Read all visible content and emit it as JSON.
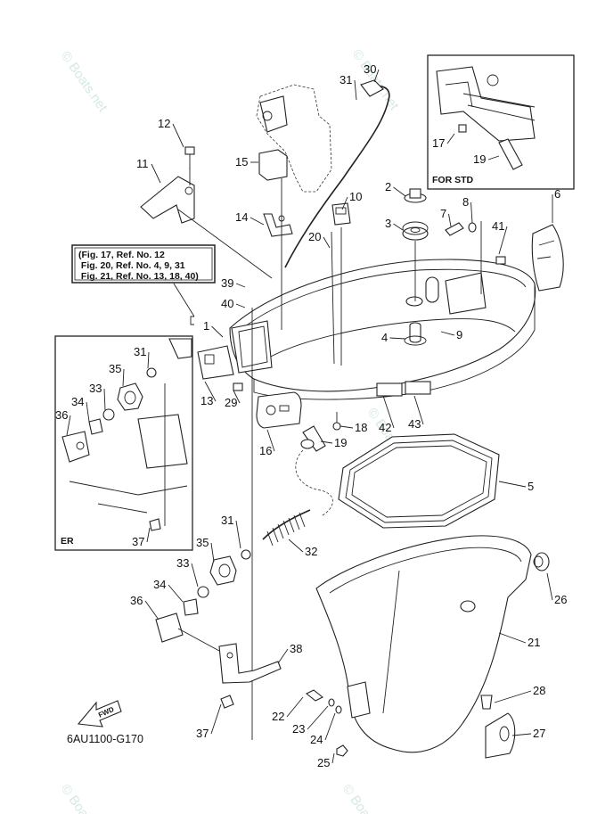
{
  "diagram": {
    "title_code": "6AU1100-G170",
    "fwd_arrow_label": "FWD",
    "watermark": "© Boats.net",
    "reference_note": {
      "lines": [
        "(Fig. 17, Ref. No. 12",
        " Fig. 20, Ref. No. 4, 9, 31",
        " Fig. 21, Ref. No. 13, 18, 40)"
      ]
    },
    "insets": [
      {
        "label": "FOR STD",
        "callouts": [
          "17",
          "19"
        ]
      },
      {
        "label": "ER",
        "callouts": [
          "31",
          "35",
          "33",
          "34",
          "36",
          "37"
        ]
      }
    ],
    "callouts": [
      {
        "id": "c1",
        "label": "1"
      },
      {
        "id": "c2",
        "label": "2"
      },
      {
        "id": "c3",
        "label": "3"
      },
      {
        "id": "c4",
        "label": "4"
      },
      {
        "id": "c5",
        "label": "5"
      },
      {
        "id": "c6",
        "label": "6"
      },
      {
        "id": "c7",
        "label": "7"
      },
      {
        "id": "c8",
        "label": "8"
      },
      {
        "id": "c9",
        "label": "9"
      },
      {
        "id": "c10",
        "label": "10"
      },
      {
        "id": "c11",
        "label": "11"
      },
      {
        "id": "c12",
        "label": "12"
      },
      {
        "id": "c13",
        "label": "13"
      },
      {
        "id": "c14",
        "label": "14"
      },
      {
        "id": "c15",
        "label": "15"
      },
      {
        "id": "c16",
        "label": "16"
      },
      {
        "id": "c17",
        "label": "17"
      },
      {
        "id": "c18",
        "label": "18"
      },
      {
        "id": "c19a",
        "label": "19"
      },
      {
        "id": "c19b",
        "label": "19"
      },
      {
        "id": "c20",
        "label": "20"
      },
      {
        "id": "c21",
        "label": "21"
      },
      {
        "id": "c22",
        "label": "22"
      },
      {
        "id": "c23",
        "label": "23"
      },
      {
        "id": "c24",
        "label": "24"
      },
      {
        "id": "c25",
        "label": "25"
      },
      {
        "id": "c26",
        "label": "26"
      },
      {
        "id": "c27",
        "label": "27"
      },
      {
        "id": "c28",
        "label": "28"
      },
      {
        "id": "c29",
        "label": "29"
      },
      {
        "id": "c30",
        "label": "30"
      },
      {
        "id": "c31a",
        "label": "31"
      },
      {
        "id": "c31b",
        "label": "31"
      },
      {
        "id": "c31c",
        "label": "31"
      },
      {
        "id": "c32",
        "label": "32"
      },
      {
        "id": "c33a",
        "label": "33"
      },
      {
        "id": "c33b",
        "label": "33"
      },
      {
        "id": "c34a",
        "label": "34"
      },
      {
        "id": "c34b",
        "label": "34"
      },
      {
        "id": "c35a",
        "label": "35"
      },
      {
        "id": "c35b",
        "label": "35"
      },
      {
        "id": "c36a",
        "label": "36"
      },
      {
        "id": "c36b",
        "label": "36"
      },
      {
        "id": "c37a",
        "label": "37"
      },
      {
        "id": "c37b",
        "label": "37"
      },
      {
        "id": "c38",
        "label": "38"
      },
      {
        "id": "c39",
        "label": "39"
      },
      {
        "id": "c40",
        "label": "40"
      },
      {
        "id": "c41",
        "label": "41"
      },
      {
        "id": "c42",
        "label": "42"
      },
      {
        "id": "c43",
        "label": "43"
      }
    ]
  }
}
